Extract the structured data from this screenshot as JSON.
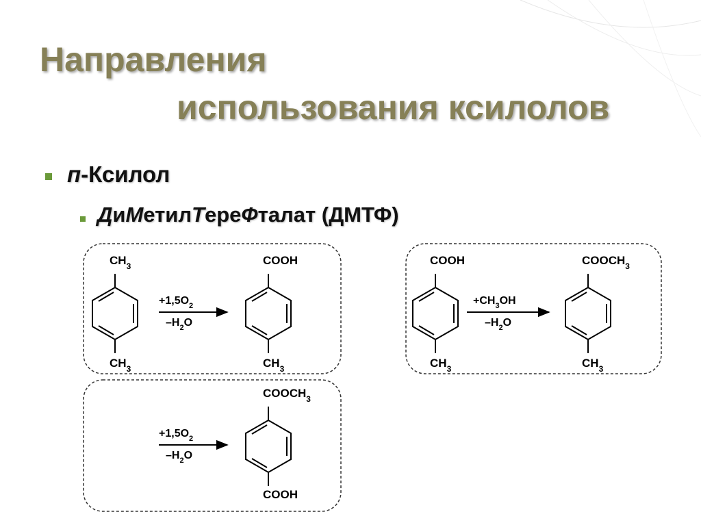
{
  "title": {
    "line1": "Направления",
    "line2": "использования ксилолов"
  },
  "bullets": {
    "level1": {
      "prefix": "п",
      "rest": "-Ксилол"
    },
    "level2": [
      {
        "t": "Д",
        "i": true
      },
      {
        "t": "и",
        "i": false
      },
      {
        "t": "М",
        "i": true
      },
      {
        "t": "етил",
        "i": false
      },
      {
        "t": "Т",
        "i": true
      },
      {
        "t": "ере",
        "i": false
      },
      {
        "t": "Ф",
        "i": true
      },
      {
        "t": "талат (ДМТФ)",
        "i": false
      }
    ]
  },
  "scheme": {
    "colors": {
      "text": "#000000",
      "box_border": "#333333",
      "title": "#868057",
      "bullet": "#6b9a3a"
    },
    "box1": {
      "reactant": {
        "top": "CH3",
        "bottom": "CH3"
      },
      "conditions": {
        "above": "+1,5O2",
        "below": "–H2O"
      },
      "product": {
        "top": "COOH",
        "bottom": "CH3"
      }
    },
    "box2": {
      "reactant": {
        "top": "COOH",
        "bottom": "CH3"
      },
      "conditions": {
        "above": "+CH3OH",
        "below": "–H2O"
      },
      "product": {
        "top": "COOCH3",
        "bottom": "CH3"
      }
    },
    "box3": {
      "conditions": {
        "above": "+1,5O2",
        "below": "–H2O"
      },
      "product": {
        "top": "COOCH3",
        "bottom": "COOH"
      }
    }
  }
}
